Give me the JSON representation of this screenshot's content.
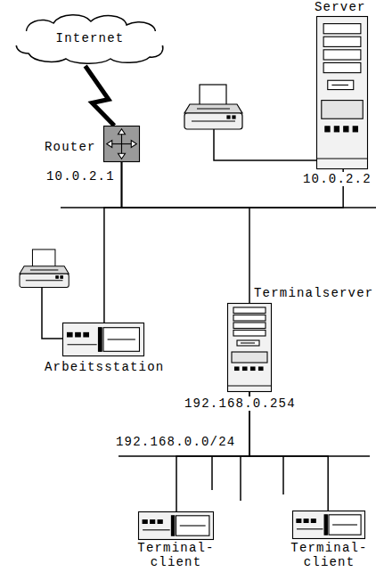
{
  "diagram": {
    "nodes": [
      {
        "text": [
          "Internet"
        ]
      },
      {
        "text": [
          "Server",
          "10.0.2.2"
        ]
      },
      {
        "text": [
          "Router",
          "10.0.2.1"
        ]
      },
      {
        "text": [
          "Arbeitsstation"
        ]
      },
      {
        "text": [
          "Terminalserver",
          "192.168.0.254"
        ]
      },
      {
        "text": [
          "Terminal- client"
        ]
      },
      {
        "text": [
          "Terminal- client"
        ]
      }
    ],
    "edges": [
      {
        "from": 0,
        "to": 2,
        "arrow": "none"
      },
      {
        "from": 2,
        "to": 1,
        "arrow": "none"
      },
      {
        "from": 2,
        "to": 3,
        "arrow": "none"
      },
      {
        "from": 2,
        "to": 4,
        "arrow": "none"
      },
      {
        "from": 4,
        "to": 5,
        "arrow": "none"
      },
      {
        "from": 4,
        "to": 6,
        "arrow": "none"
      }
    ],
    "labels": [
      "192.168.0.0/24"
    ]
  }
}
